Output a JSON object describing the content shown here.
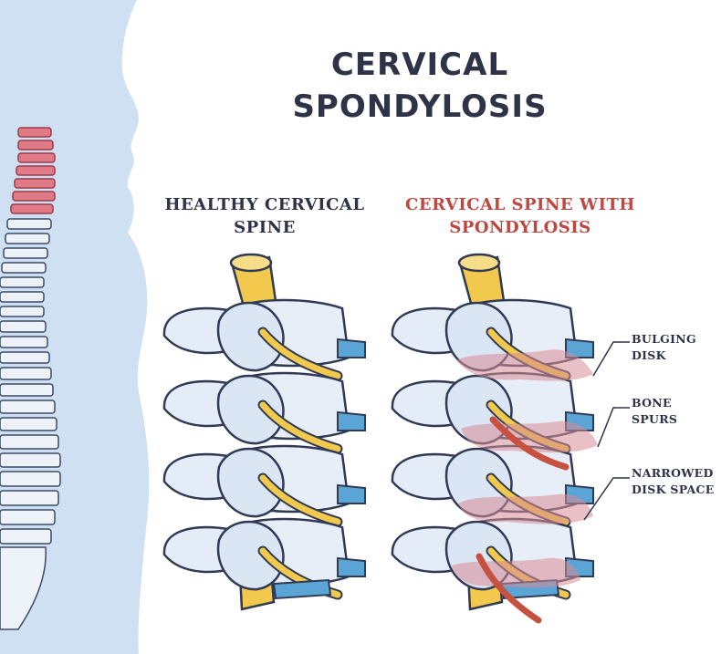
{
  "title_line1": "CERVICAL",
  "title_line2": "SPONDYLOSIS",
  "healthy_label": {
    "line1": "HEALTHY CERVICAL",
    "line2": "SPINE"
  },
  "spondylosis_label": {
    "line1": "CERVICAL SPINE WITH",
    "line2": "SPONDYLOSIS"
  },
  "callouts": [
    {
      "line1": "BULGING",
      "line2": "DISK"
    },
    {
      "line1": "BONE",
      "line2": "SPURS"
    },
    {
      "line1": "NARROWED",
      "line2": "DISK SPACE"
    }
  ],
  "colors": {
    "silhouette": "#cfe0f2",
    "bone": "#e3ecf7",
    "bone_outline": "#2f3a55",
    "disk": "#5aa5d6",
    "nerve": "#f2c94c",
    "inflamed": "#d88d96",
    "title": "#2f3347",
    "accent_red": "#c0473f"
  }
}
